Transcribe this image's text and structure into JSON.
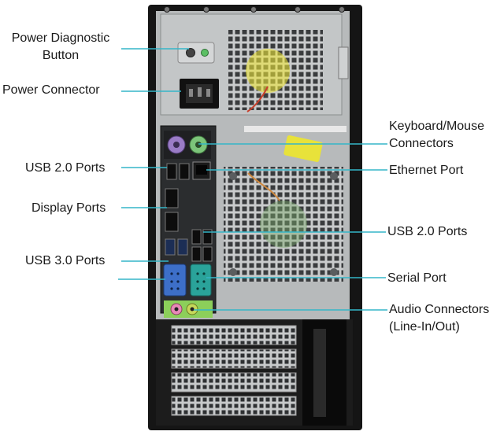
{
  "colors": {
    "leader_line": "#35b6c8",
    "case_black": "#151515",
    "panel_gray": "#b9bcbd",
    "ps2_purple": "#9a7cc6",
    "ps2_green": "#7cc47a",
    "vga_blue": "#3d6fc8",
    "serial_teal": "#2aa39a",
    "audio_green": "#8ccf5a",
    "audio_pink": "#e889b8",
    "fan_yellow": "#ece43a"
  },
  "labels": {
    "power_diagnostic_line1": "Power Diagnostic",
    "power_diagnostic_line2": "Button",
    "power_connector": "Power Connector",
    "usb20_left": "USB 2.0 Ports",
    "display_ports": "Display Ports",
    "usb30": "USB 3.0 Ports",
    "keyboard_mouse_line1": "Keyboard/Mouse",
    "keyboard_mouse_line2": "Connectors",
    "ethernet": "Ethernet Port",
    "usb20_right": "USB 2.0 Ports",
    "serial": "Serial Port",
    "audio_line1": "Audio Connectors",
    "audio_line2": "(Line-In/Out)"
  }
}
